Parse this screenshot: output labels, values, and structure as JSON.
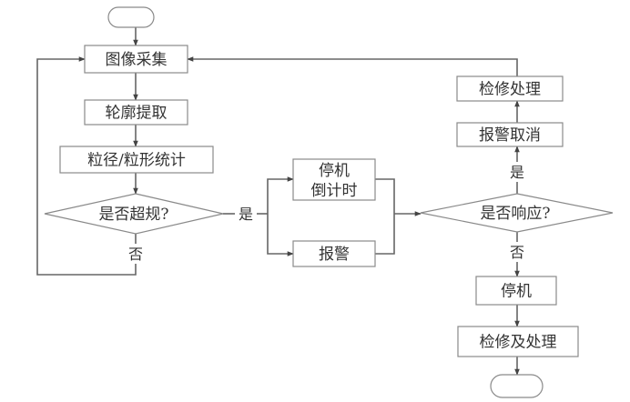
{
  "diagram": {
    "type": "flowchart",
    "nodes": {
      "start": {
        "label": ""
      },
      "image_capture": {
        "label": "图像采集"
      },
      "contour_extract": {
        "label": "轮廓提取"
      },
      "size_stats": {
        "label": "粒径/粒形统计"
      },
      "exceed_check": {
        "label": "是否超规?"
      },
      "shutdown_countdown_line1": {
        "label": "停机"
      },
      "shutdown_countdown_line2": {
        "label": "倒计时"
      },
      "alarm": {
        "label": "报警"
      },
      "response_check": {
        "label": "是否响应?"
      },
      "alarm_cancel": {
        "label": "报警取消"
      },
      "repair_handle": {
        "label": "检修处理"
      },
      "shutdown": {
        "label": "停机"
      },
      "repair_and_handle": {
        "label": "检修及处理"
      },
      "end": {
        "label": ""
      }
    },
    "edge_labels": {
      "exceed_yes": "是",
      "exceed_no": "否",
      "response_yes": "是",
      "response_no": "否"
    },
    "colors": {
      "line": "#666666",
      "border": "#8a8a8a",
      "text": "#333333"
    }
  }
}
